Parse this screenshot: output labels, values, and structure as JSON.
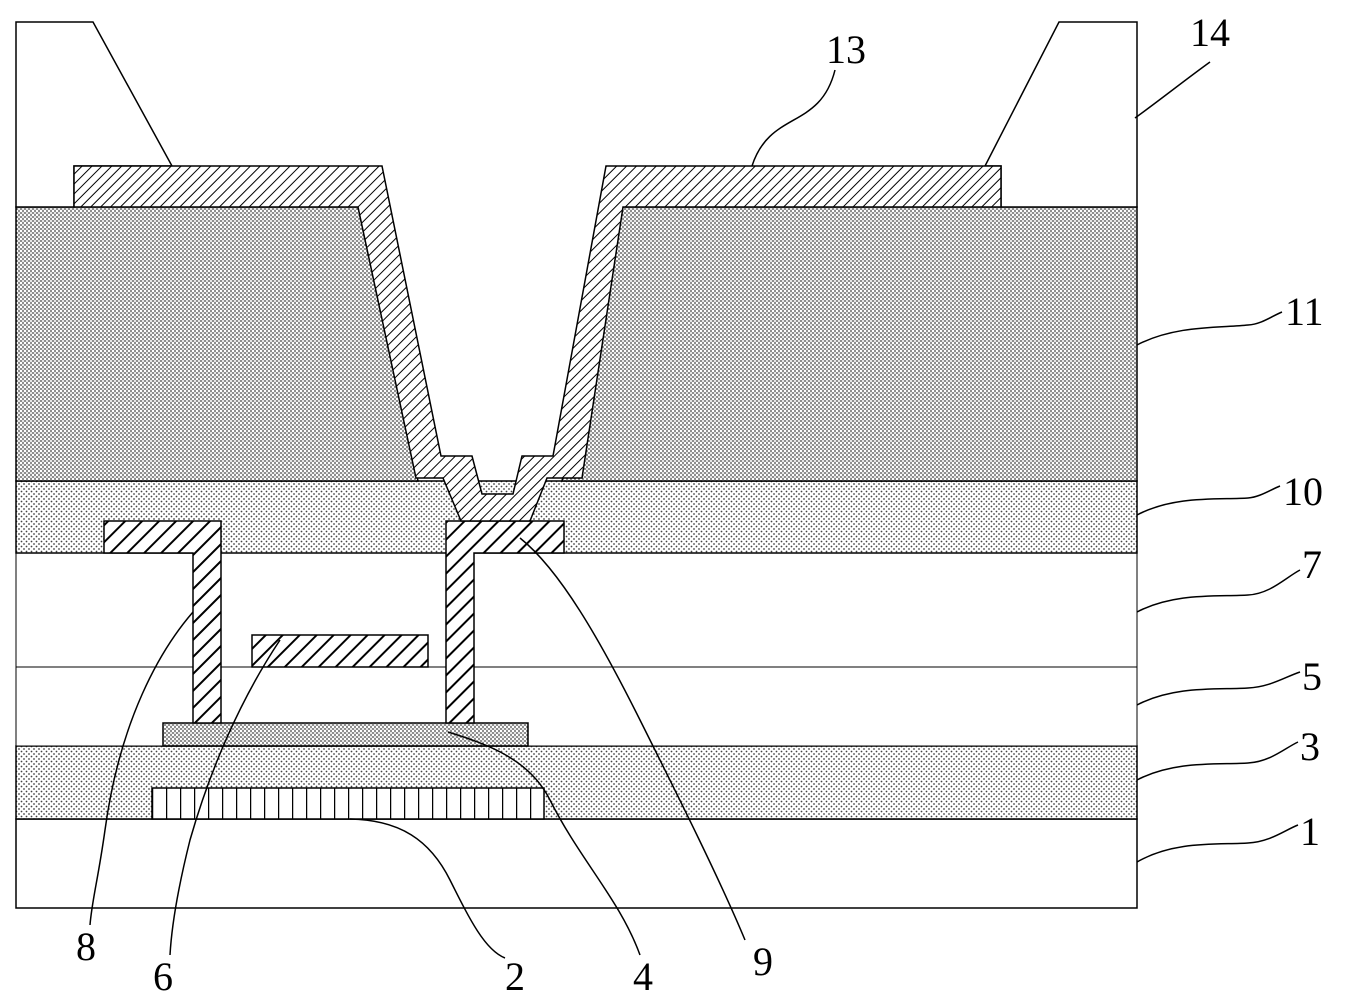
{
  "labels": {
    "l1": "1",
    "l2": "2",
    "l3": "3",
    "l4": "4",
    "l5": "5",
    "l6": "6",
    "l7": "7",
    "l8": "8",
    "l9": "9",
    "l10": "10",
    "l11": "11",
    "l13": "13",
    "l14": "14"
  },
  "colors": {
    "line": "#000000",
    "background": "#ffffff"
  }
}
